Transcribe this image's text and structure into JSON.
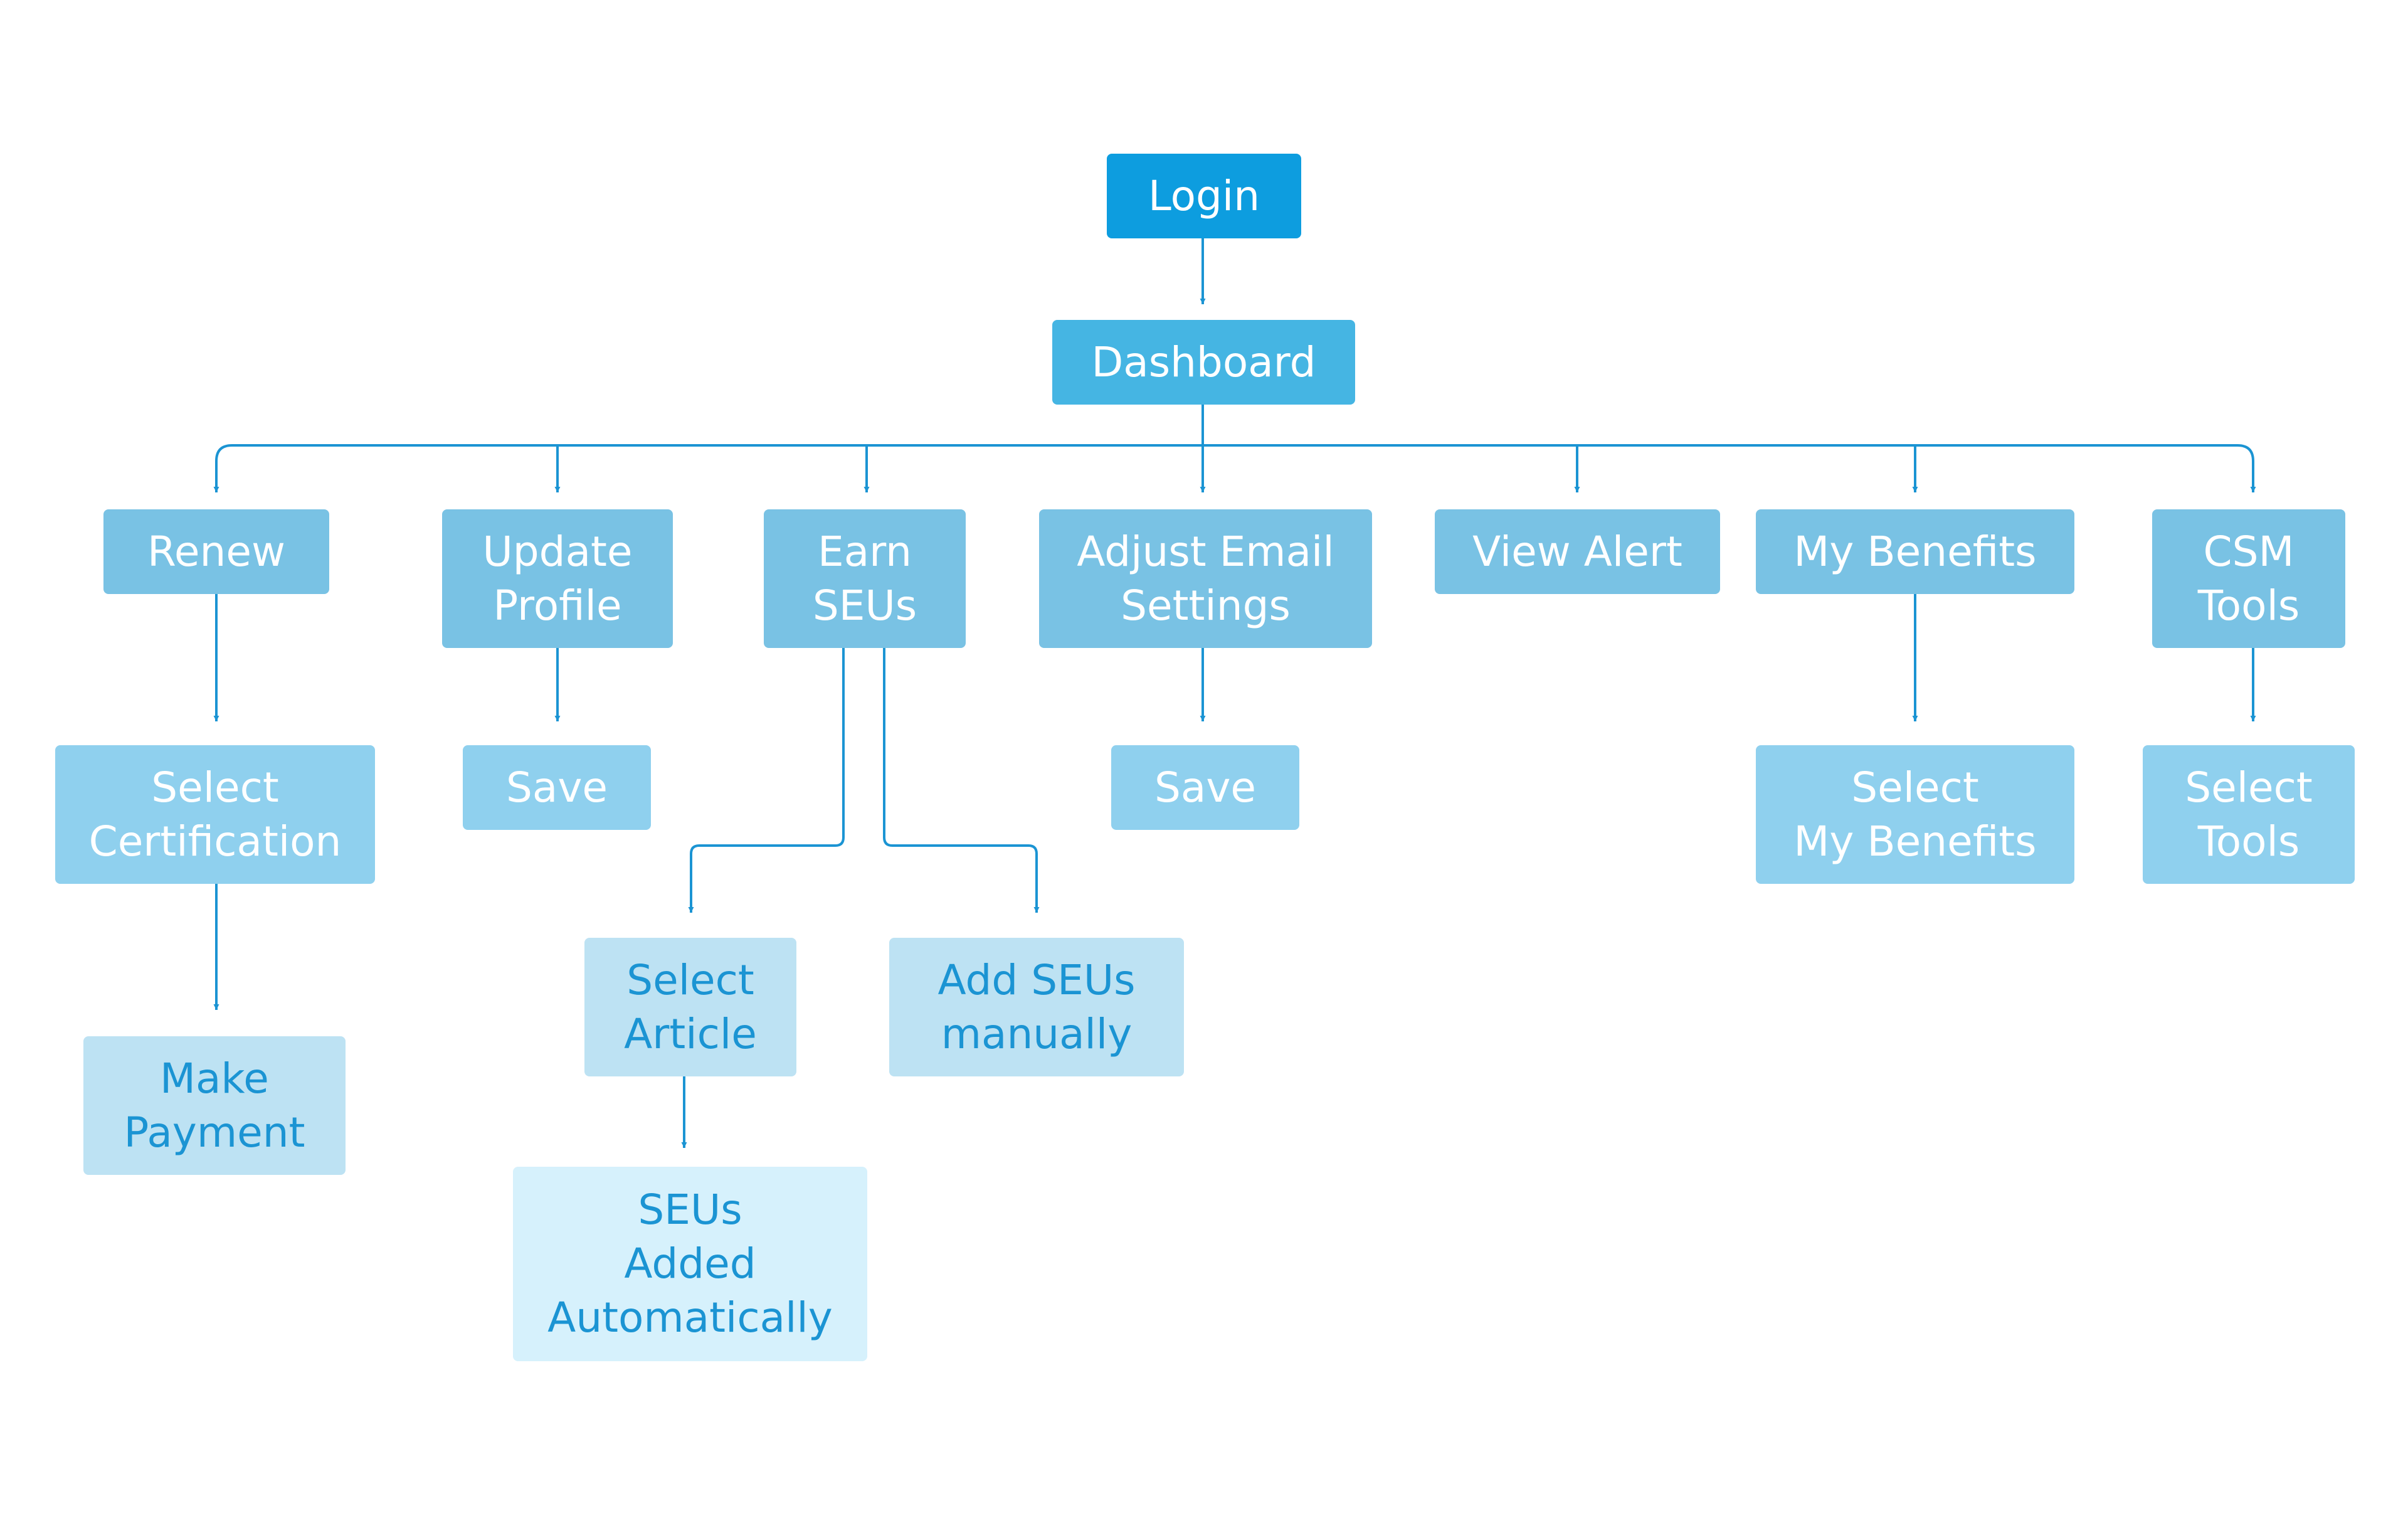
{
  "colors": {
    "connector": "#1b94d3",
    "login": "#0d9ddf",
    "dashboard": "#45b5e3",
    "level2": "#79c2e4",
    "level3": "#8fd0ee",
    "level4": "#bde2f3",
    "level5": "#d6f1fc",
    "light_text": "#1b94d3"
  },
  "nodes": {
    "login": {
      "lines": [
        "Login"
      ]
    },
    "dashboard": {
      "lines": [
        "Dashboard"
      ]
    },
    "renew": {
      "lines": [
        "Renew"
      ]
    },
    "update_profile": {
      "lines": [
        "Update",
        "Profile"
      ]
    },
    "earn_seus": {
      "lines": [
        "Earn",
        "SEUs"
      ]
    },
    "adjust_email": {
      "lines": [
        "Adjust Email",
        "Settings"
      ]
    },
    "view_alert": {
      "lines": [
        "View Alert"
      ]
    },
    "my_benefits": {
      "lines": [
        "My Benefits"
      ]
    },
    "csm_tools": {
      "lines": [
        "CSM",
        "Tools"
      ]
    },
    "select_certification": {
      "lines": [
        "Select",
        "Certification"
      ]
    },
    "save_profile": {
      "lines": [
        "Save"
      ]
    },
    "save_email": {
      "lines": [
        "Save"
      ]
    },
    "select_my_benefits": {
      "lines": [
        "Select",
        "My Benefits"
      ]
    },
    "select_tools": {
      "lines": [
        "Select",
        "Tools"
      ]
    },
    "select_article": {
      "lines": [
        "Select",
        "Article"
      ]
    },
    "add_seus_manually": {
      "lines": [
        "Add SEUs",
        "manually"
      ]
    },
    "make_payment": {
      "lines": [
        "Make",
        "Payment"
      ]
    },
    "seus_added_automatically": {
      "lines": [
        "SEUs",
        "Added",
        "Automatically"
      ]
    }
  }
}
